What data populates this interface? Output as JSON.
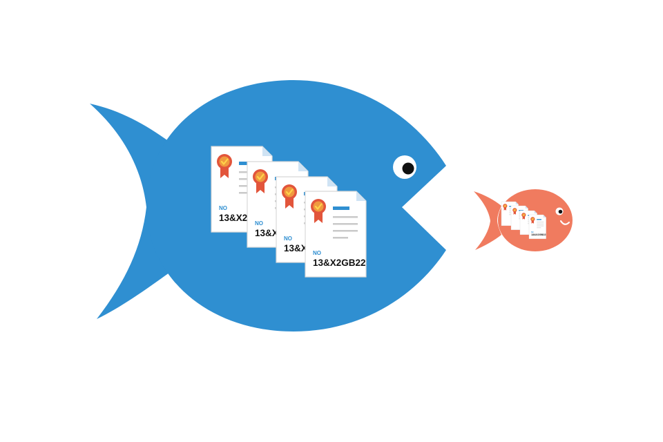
{
  "colors": {
    "background": "#ffffff",
    "big_fish": "#2f8fd1",
    "small_fish": "#f07b5f",
    "eye_white": "#ffffff",
    "pupil": "#111111",
    "doc_paper": "#ffffff",
    "doc_fold": "#cfe3f4",
    "doc_lines": "#c9c9c9",
    "doc_accent_bar": "#2f8fd1",
    "badge_ribbon": "#e2553b",
    "badge_circle": "#f09a3e",
    "badge_check": "#ffd34a",
    "no_label": "#2f8fd1",
    "code_text": "#111111"
  },
  "documents": [
    {
      "no_label": "NO",
      "code": "13&X2GB22"
    },
    {
      "no_label": "NO",
      "code": "13&X2GB22"
    },
    {
      "no_label": "NO",
      "code": "13&X2GB22"
    },
    {
      "no_label": "NO",
      "code": "13&X2GB22"
    }
  ],
  "small_documents_count_label": "",
  "small_doc_code": "13&X2GB22",
  "icons": {
    "big_fish": "big-fish-icon",
    "small_fish": "small-fish-icon",
    "certificate": "certificate-document-icon",
    "award_badge": "award-ribbon-icon"
  }
}
